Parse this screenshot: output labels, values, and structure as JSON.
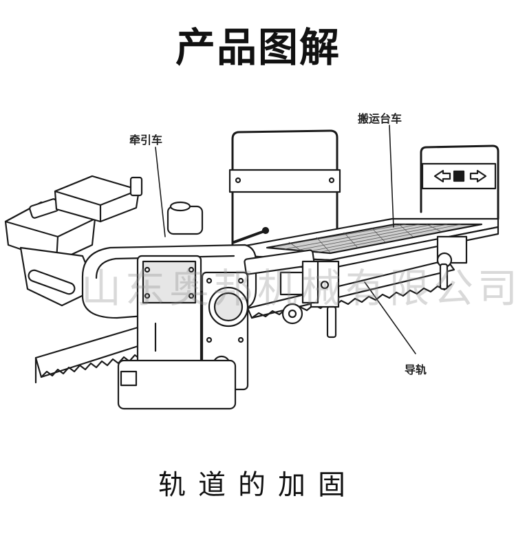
{
  "title": "产品图解",
  "caption": "轨道的加固",
  "labels": {
    "traction_car": "牵引车",
    "transport_cart": "搬运台车",
    "guide_rail": "导轨"
  },
  "watermark": "山东奥邦机械有限公司",
  "colors": {
    "line": "#1a1a1a",
    "fill": "#ffffff",
    "shade": "#dcdcdc"
  }
}
